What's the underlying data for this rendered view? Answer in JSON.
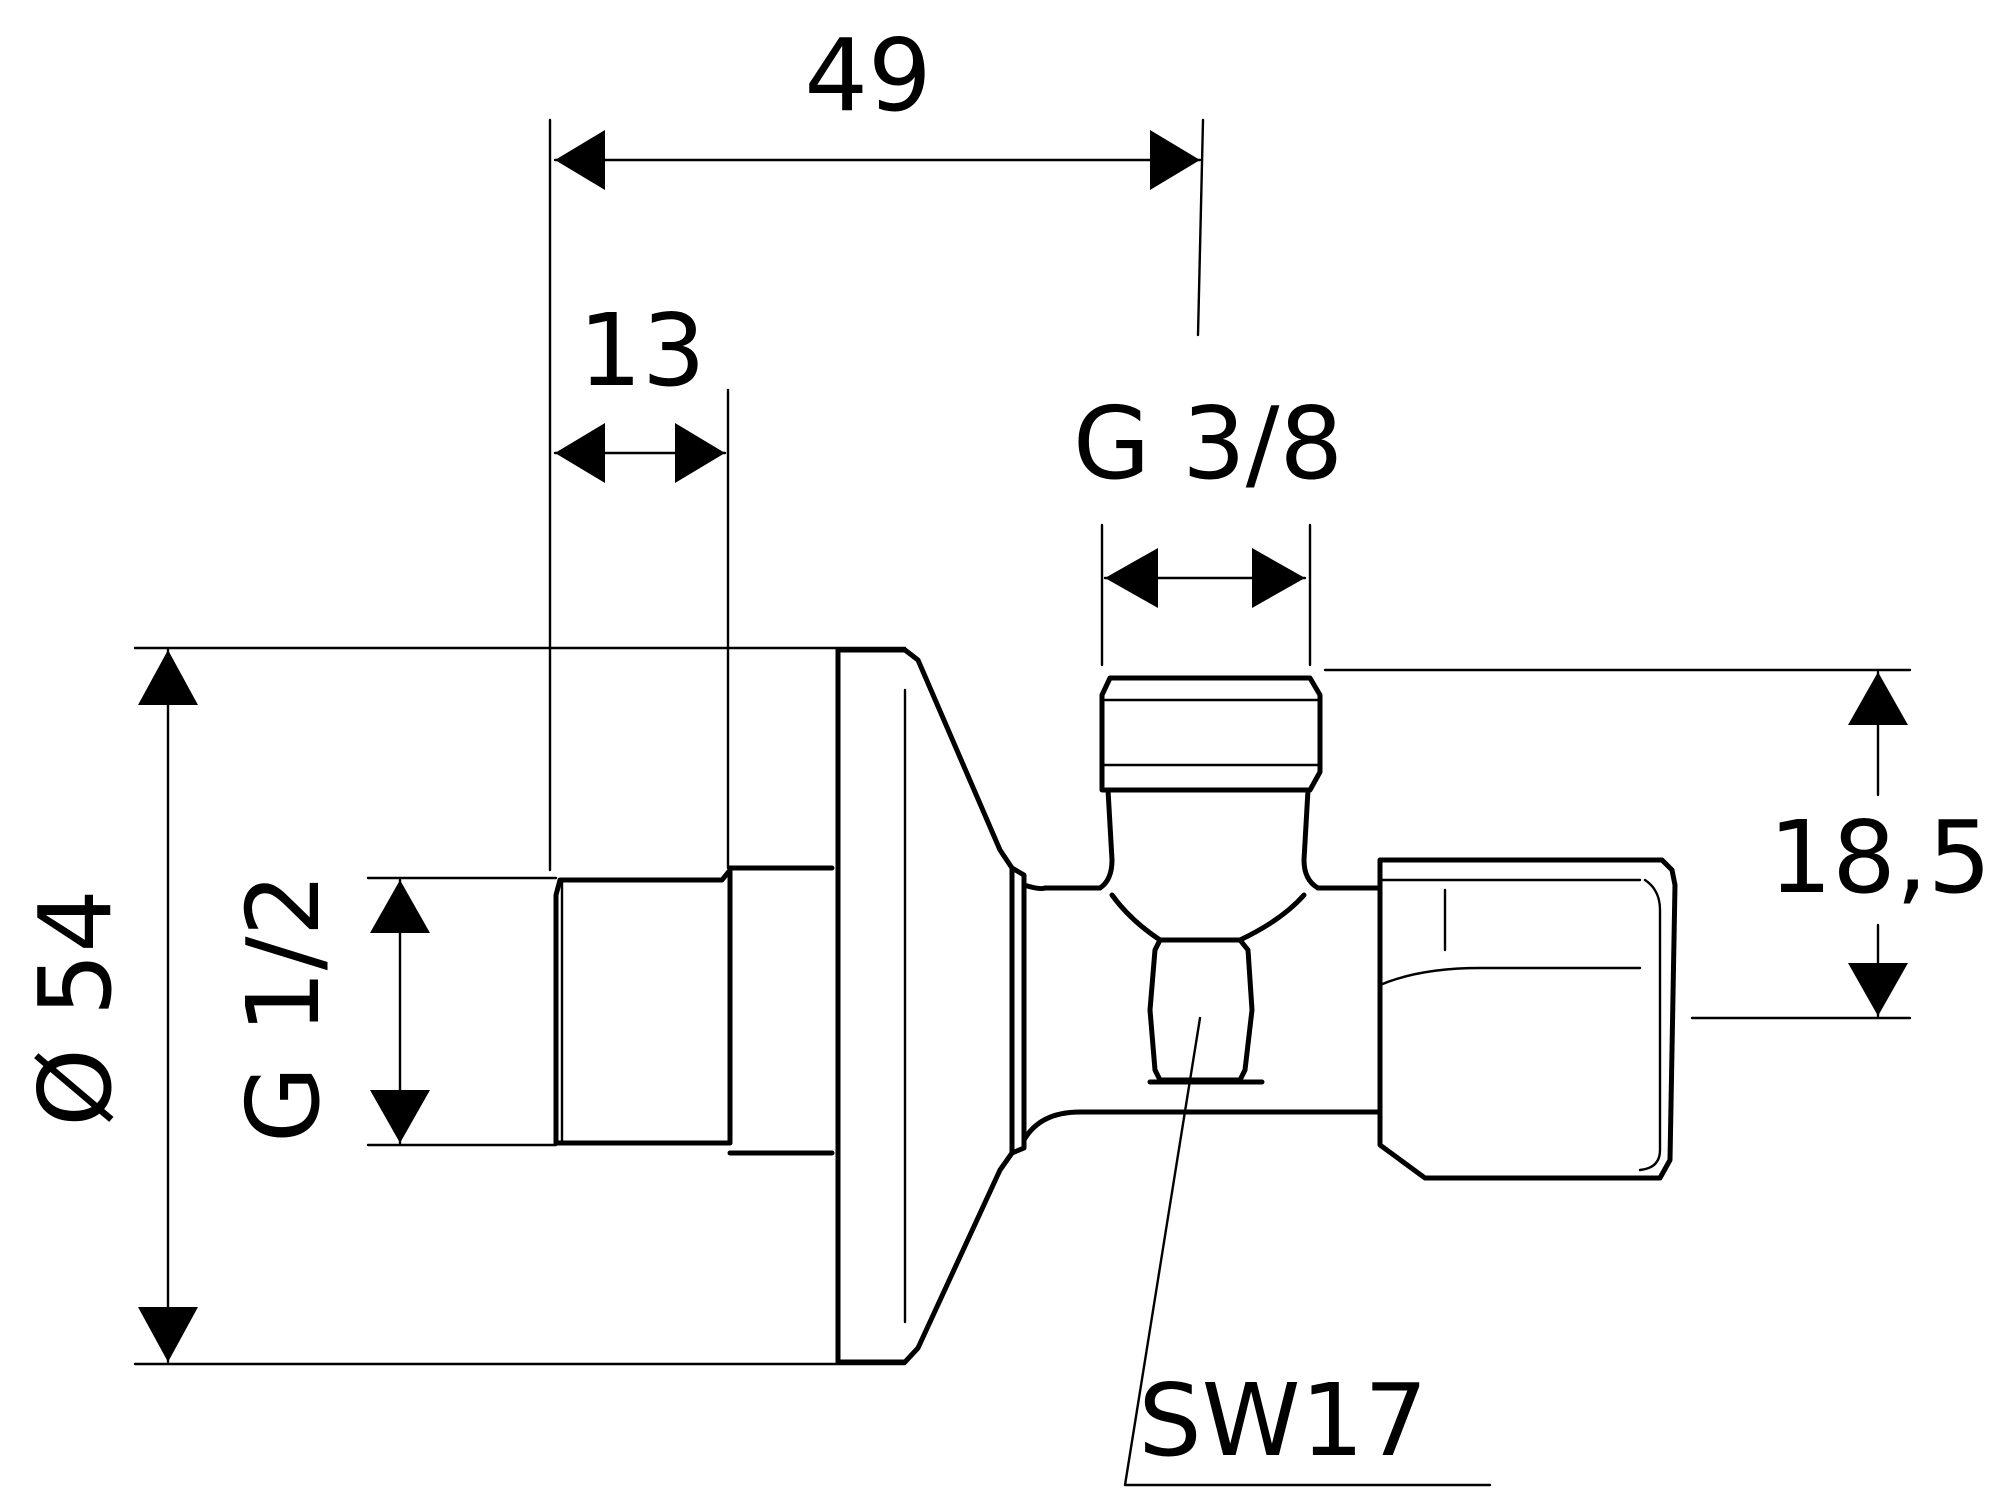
{
  "dimensions": {
    "overall_length": "49",
    "inlet_thread_length": "13",
    "outlet_thread": "G 3/8",
    "inlet_thread": "G 1/2",
    "rosette_diameter": "Ø 54",
    "outlet_height": "18,5",
    "wrench_size": "SW17"
  }
}
